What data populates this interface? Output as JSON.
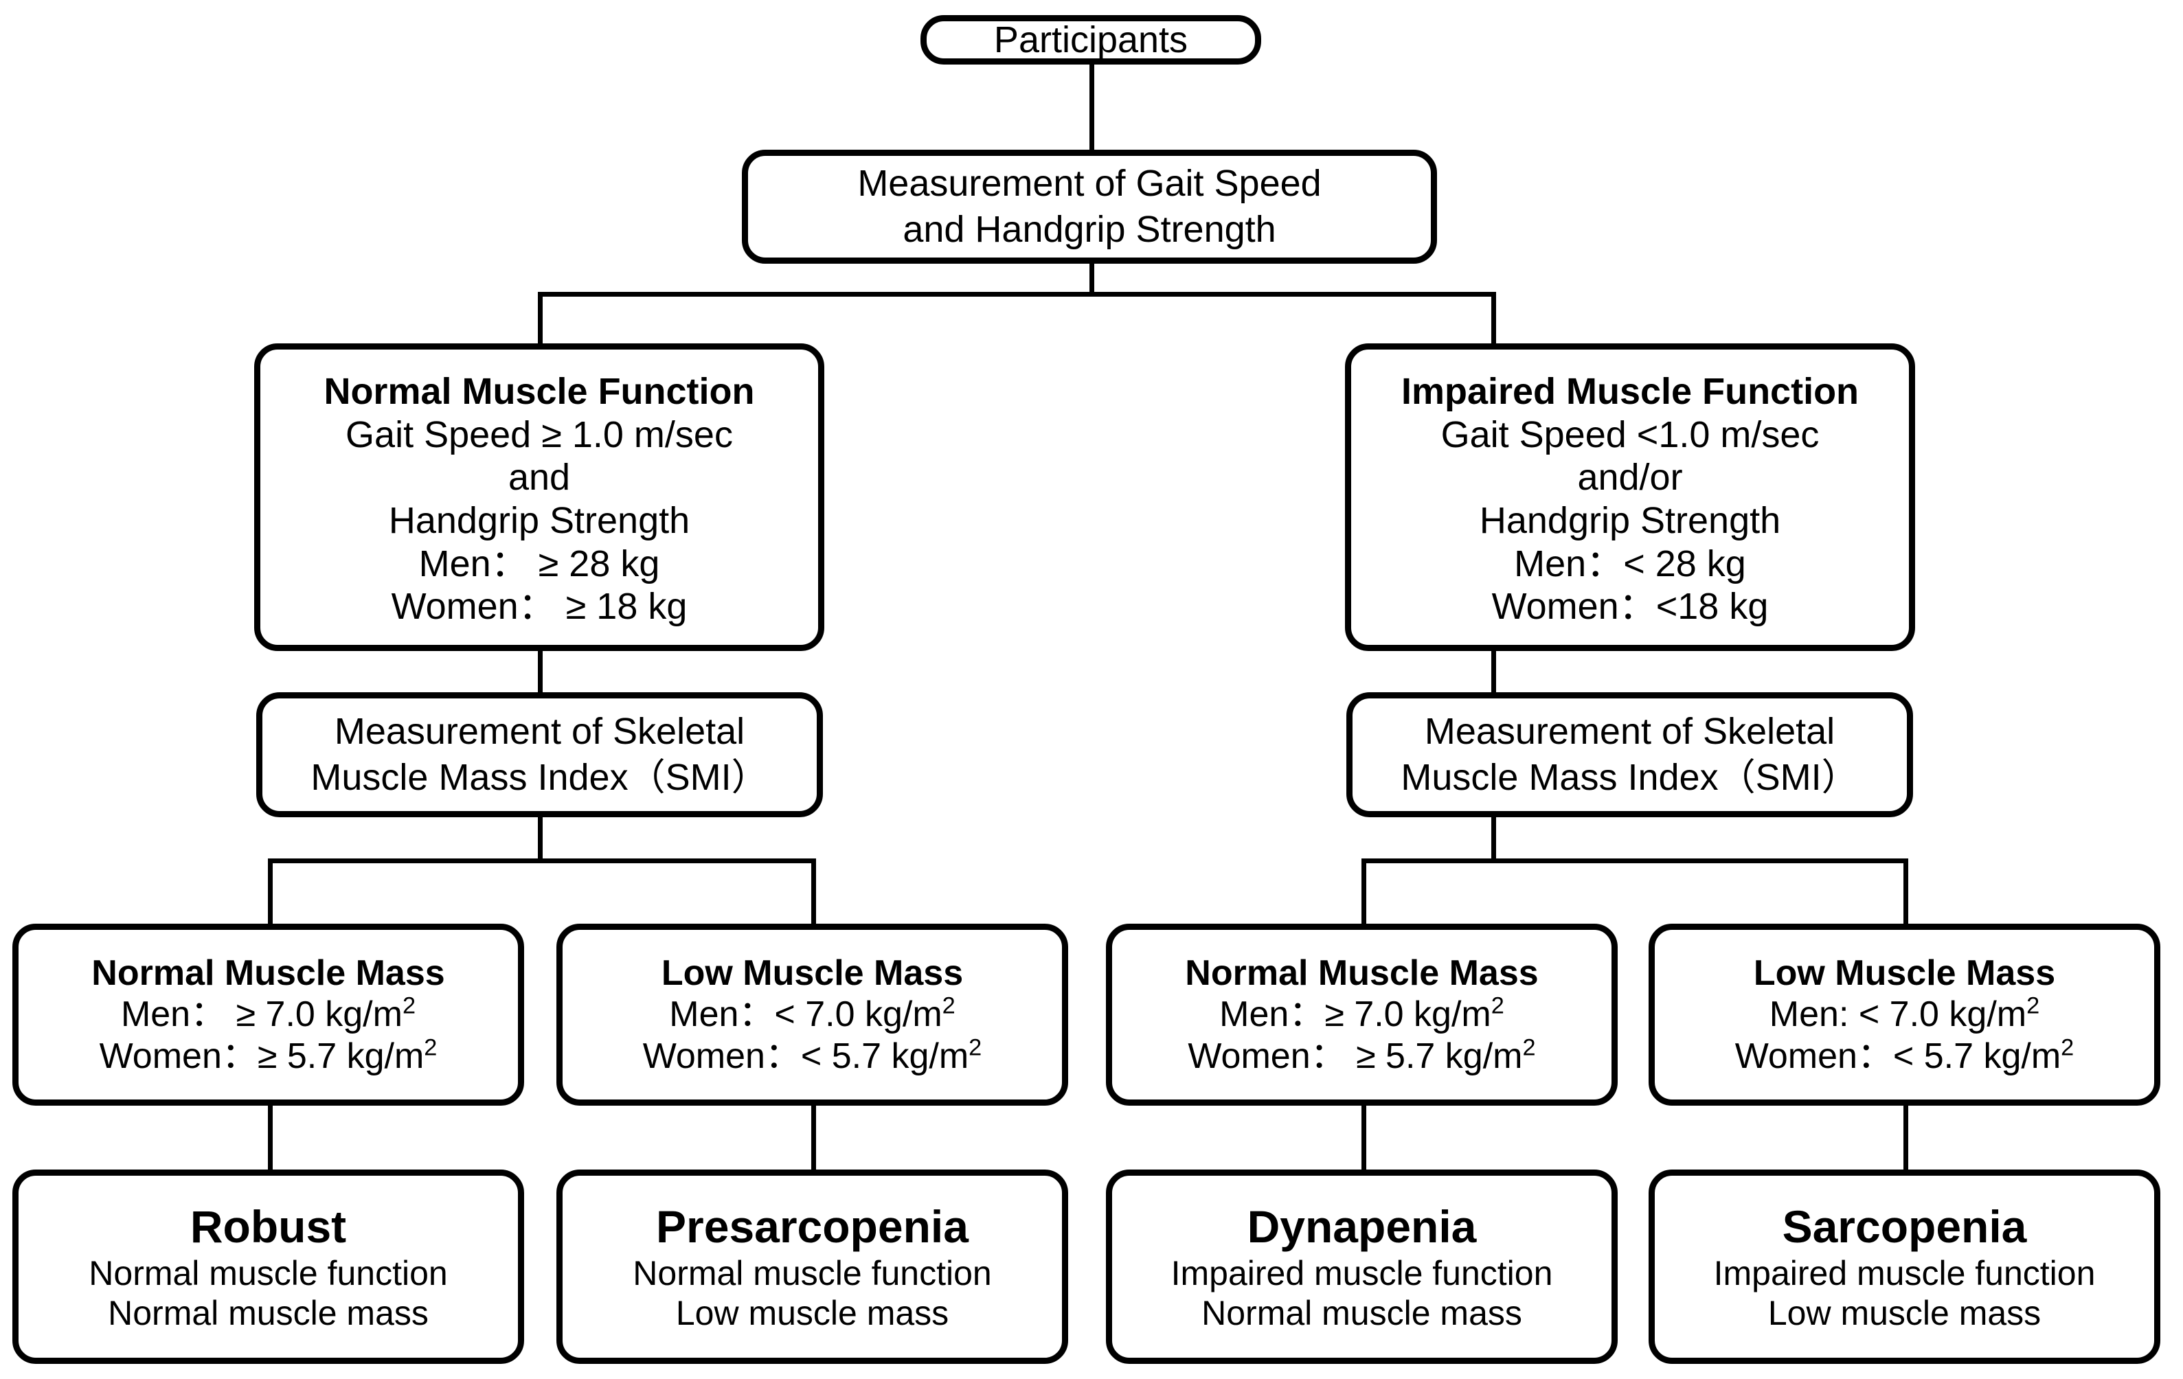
{
  "diagram": {
    "title": "Sarcopenia classification flowchart",
    "colors": {
      "stroke": "#000000",
      "fill": "#ffffff",
      "text": "#000000"
    }
  },
  "nodes": {
    "participants": {
      "label": "Participants"
    },
    "measurement_function": {
      "line1": "Measurement of Gait Speed",
      "line2": "and Handgrip Strength"
    },
    "normal_function": {
      "title": "Normal Muscle Function",
      "line1": "Gait Speed ≥ 1.0 m/sec",
      "line2": "and",
      "line3": "Handgrip Strength",
      "line4": "Men： ≥ 28 kg",
      "line5": "Women： ≥ 18 kg"
    },
    "impaired_function": {
      "title": "Impaired Muscle Function",
      "line1": "Gait Speed <1.0 m/sec",
      "line2": "and/or",
      "line3": "Handgrip Strength",
      "line4": "Men：< 28 kg",
      "line5": "Women：<18 kg"
    },
    "smi_left": {
      "line1": "Measurement of Skeletal",
      "line2": "Muscle Mass Index（SMI）"
    },
    "smi_right": {
      "line1": "Measurement of Skeletal",
      "line2": "Muscle Mass Index（SMI）"
    },
    "normal_mass_left": {
      "title": "Normal Muscle Mass",
      "men_prefix": "Men： ≥ 7.0 kg/m",
      "men_sup": "2",
      "women_prefix": "Women：≥ 5.7 kg/m",
      "women_sup": "2"
    },
    "low_mass_left": {
      "title": "Low Muscle Mass",
      "men_prefix": "Men：< 7.0 kg/m",
      "men_sup": "2",
      "women_prefix": "Women：< 5.7 kg/m",
      "women_sup": "2"
    },
    "normal_mass_right": {
      "title": "Normal Muscle Mass",
      "men_prefix": "Men：≥ 7.0 kg/m",
      "men_sup": "2",
      "women_prefix": "Women： ≥ 5.7 kg/m",
      "women_sup": "2"
    },
    "low_mass_right": {
      "title": "Low Muscle Mass",
      "men_prefix": "Men: < 7.0 kg/m",
      "men_sup": "2",
      "women_prefix": "Women：< 5.7 kg/m",
      "women_sup": "2"
    },
    "robust": {
      "title": "Robust",
      "line1": "Normal muscle function",
      "line2": "Normal muscle mass"
    },
    "presarcopenia": {
      "title": "Presarcopenia",
      "line1": "Normal muscle function",
      "line2": "Low muscle mass"
    },
    "dynapenia": {
      "title": "Dynapenia",
      "line1": "Impaired muscle function",
      "line2": "Normal muscle mass"
    },
    "sarcopenia": {
      "title": "Sarcopenia",
      "line1": "Impaired muscle function",
      "line2": "Low muscle mass"
    }
  }
}
